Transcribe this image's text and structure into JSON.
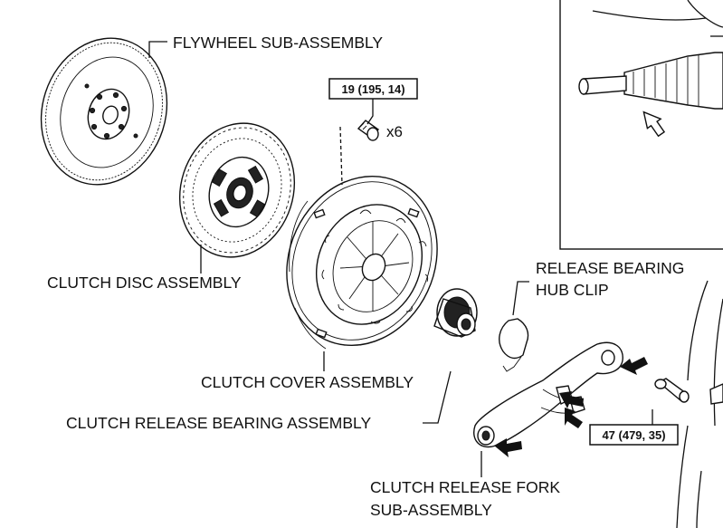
{
  "labels": {
    "flywheel": "FLYWHEEL SUB-ASSEMBLY",
    "clutch_disc": "CLUTCH DISC ASSEMBLY",
    "clutch_cover": "CLUTCH COVER ASSEMBLY",
    "release_bearing": "CLUTCH RELEASE BEARING ASSEMBLY",
    "hub_clip_line1": "RELEASE BEARING",
    "hub_clip_line2": "HUB CLIP",
    "fork_line1": "CLUTCH RELEASE FORK",
    "fork_line2": "SUB-ASSEMBLY"
  },
  "torque": {
    "cover_bolts": "19 (195, 14)",
    "pivot": "47 (479, 35)"
  },
  "quantity": {
    "cover_bolts": "x6"
  }
}
